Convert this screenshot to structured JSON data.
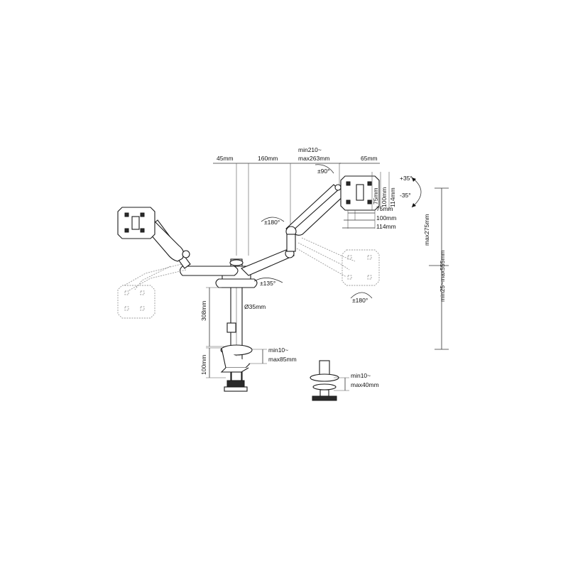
{
  "diagram": {
    "dims": {
      "d45": "45mm",
      "d160": "160mm",
      "range_top_a": "min210~",
      "range_top_b": "max263mm",
      "d65": "65mm",
      "rot90": "±90°",
      "tilt_up": "+35°",
      "tilt_down": "-35°",
      "v75": "75mm",
      "v100": "100mm",
      "v114": "114mm",
      "h75": "75mm",
      "h100": "100mm",
      "h114": "114mm",
      "rot180_left": "±180°",
      "max275": "max275mm",
      "min25_max555": "min25~max555mm",
      "rot135": "±135°",
      "rot180_right": "±180°",
      "dia35": "Ø35mm",
      "h308": "308mm",
      "h100_clamp": "100mm",
      "clamp_a": "min10~",
      "clamp_b": "max85mm",
      "grommet_a": "min10~",
      "grommet_b": "max40mm"
    },
    "colors": {
      "line": "#1a1a1a",
      "ghost": "#9a9a9a",
      "background": "#ffffff"
    }
  }
}
